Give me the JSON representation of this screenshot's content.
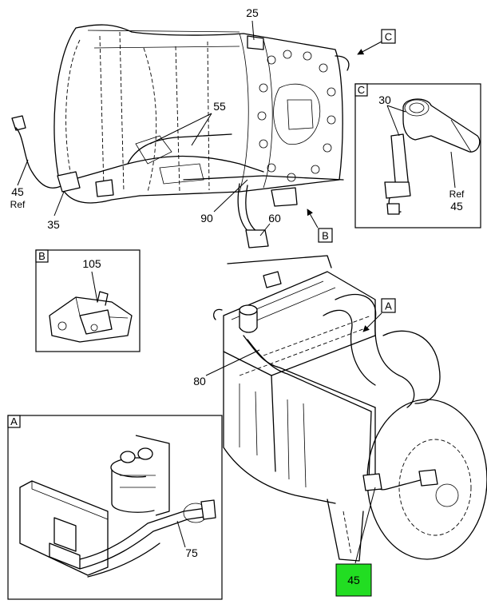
{
  "callouts": {
    "c25": "25",
    "c55": "55",
    "c45ref_left": "45",
    "ref_left": "Ref",
    "c35": "35",
    "c90": "90",
    "c60": "60",
    "c30": "30",
    "ref_right": "Ref",
    "c45ref_right": "45",
    "c105": "105",
    "c80": "80",
    "c75": "75",
    "c45_highlight": "45"
  },
  "view_tags": {
    "C_main": "C",
    "C_detail": "C",
    "B_main": "B",
    "B_detail": "B",
    "A_main": "A",
    "A_detail": "A"
  },
  "colors": {
    "highlight": "#22dd22",
    "line": "#000000"
  }
}
